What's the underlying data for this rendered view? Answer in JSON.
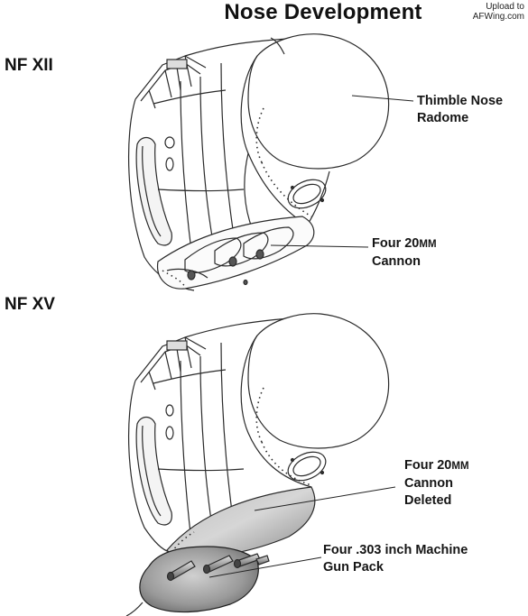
{
  "header": {
    "title": "Nose Development",
    "credit_line1": "Upload to",
    "credit_line2": "AFWing.com"
  },
  "sections": [
    {
      "name": "NF XII",
      "labels": [
        {
          "line1": "Thimble Nose",
          "line2": "Radome"
        },
        {
          "line1a": "Four 20",
          "line1b": "MM",
          "line2": "Cannon"
        }
      ]
    },
    {
      "name": "NF XV",
      "labels": [
        {
          "line1a": "Four 20",
          "line1b": "MM",
          "line2": "Cannon",
          "line3": "Deleted"
        },
        {
          "line1": "Four .303 inch Machine",
          "line2": "Gun Pack"
        }
      ]
    }
  ]
}
